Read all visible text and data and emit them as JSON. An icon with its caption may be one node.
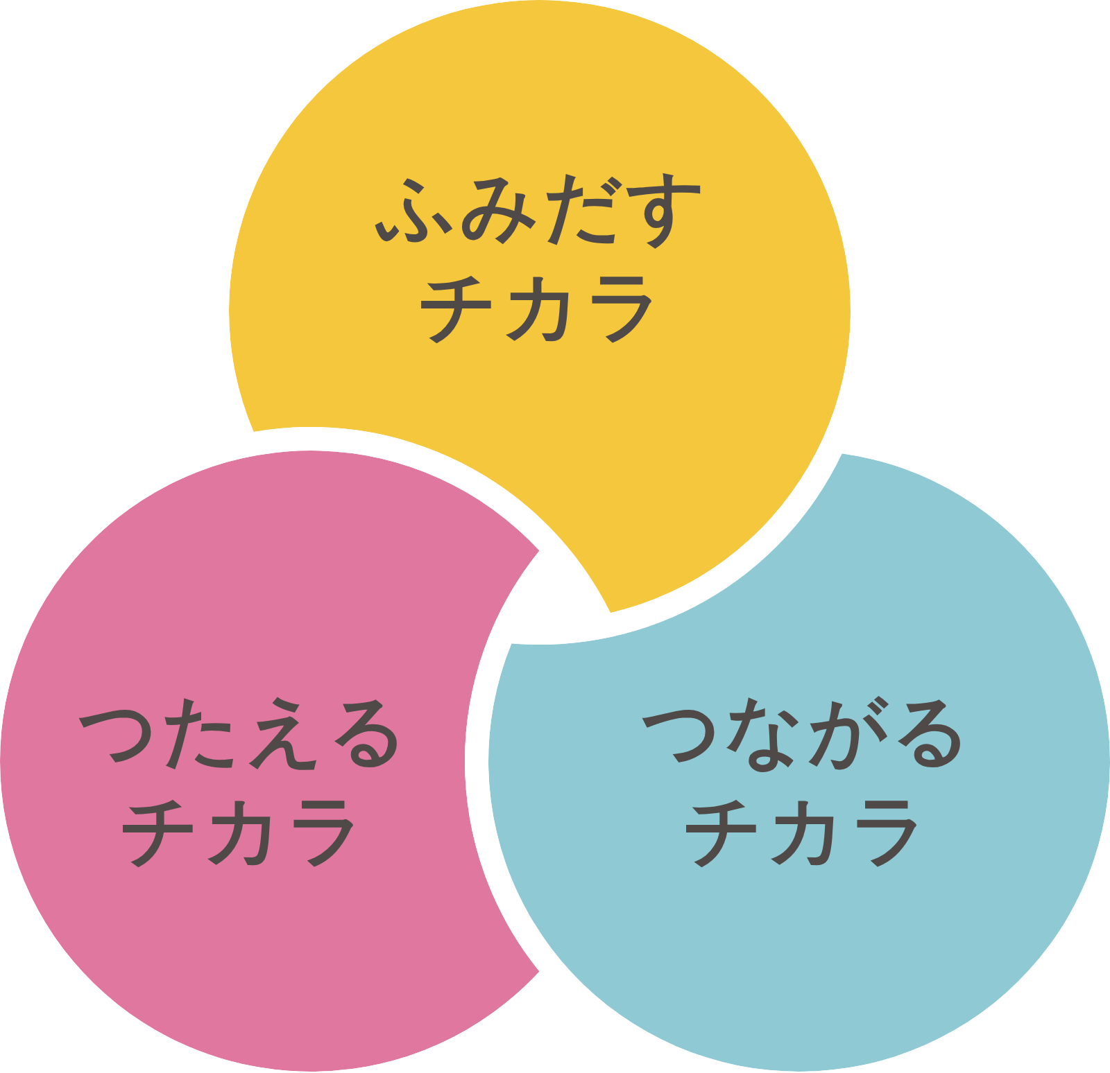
{
  "diagram": {
    "nodes": [
      {
        "text": [
          "ふみだすチカラ"
        ]
      },
      {
        "text": [
          "つたえるチカラ"
        ]
      },
      {
        "text": [
          "つながるチカラ"
        ]
      }
    ]
  }
}
